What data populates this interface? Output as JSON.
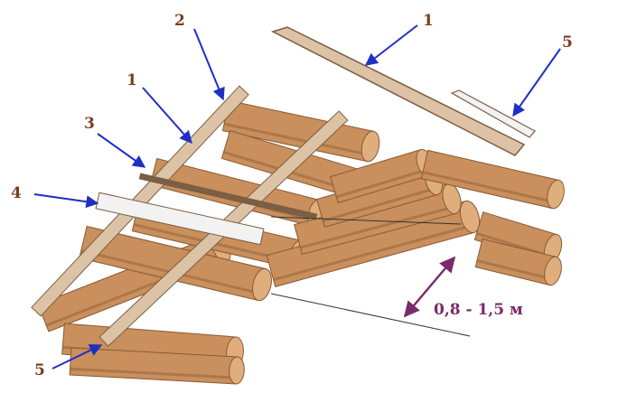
{
  "diagram": {
    "callouts": [
      {
        "id": "c1a",
        "label": "1"
      },
      {
        "id": "c1b",
        "label": "1"
      },
      {
        "id": "c2",
        "label": "2"
      },
      {
        "id": "c3",
        "label": "3"
      },
      {
        "id": "c4",
        "label": "4"
      },
      {
        "id": "c5a",
        "label": "5"
      },
      {
        "id": "c5b",
        "label": "5"
      }
    ],
    "dimension": {
      "label": "0,8 - 1,5 м"
    },
    "colors": {
      "log_fill": "#c98f5c",
      "log_shadow": "#8a5a34",
      "log_end": "#e0ad7c",
      "rafter_fill": "#dcc3a6",
      "rafter_edge": "#7b5e43",
      "beam_fill": "#f2f2f2",
      "arrow_blue": "#1f2fc4",
      "dimension_arrow": "#7b2b6a",
      "callout_text": "#7a3c1c"
    }
  }
}
